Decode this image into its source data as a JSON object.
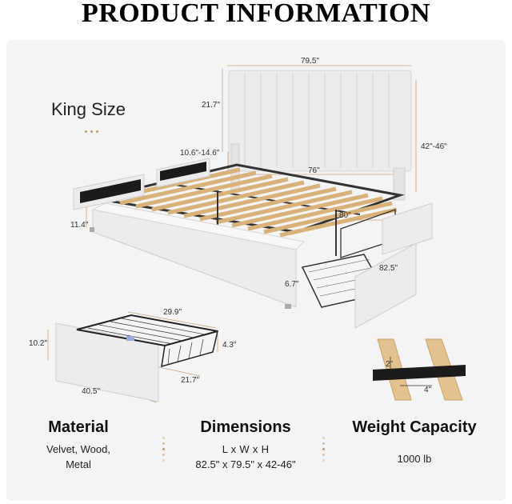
{
  "title": "PRODUCT INFORMATION",
  "size_label": "King Size",
  "bed_dimensions": {
    "width": "79.5\"",
    "headboard_height": "21.7\"",
    "overall_height": "42\"-46\"",
    "leg_range": "10.6\"-14.6\"",
    "slat_length": "76\"",
    "length_80": "80\"",
    "length": "82.5\"",
    "drawer_height": "11.4\"",
    "drawer_gap": "6.7\""
  },
  "drawer_dimensions": {
    "depth_top": "29.9\"",
    "front_height": "10.2\"",
    "basket_height": "4.3\"",
    "width": "40.5\"",
    "depth": "21.7\""
  },
  "slat_dimensions": {
    "thickness": "2\"",
    "width": "4\""
  },
  "features": [
    {
      "title": "Material",
      "lines": [
        "Velvet, Wood,",
        "Metal"
      ]
    },
    {
      "title": "Dimensions",
      "lines": [
        "L x W x H",
        "82.5\" x 79.5\" x 42-46\""
      ]
    },
    {
      "title": "Weight Capacity",
      "lines": [
        "1000 lb"
      ]
    }
  ],
  "colors": {
    "accent_dots": "#c59a6a",
    "panel": "#f4f4f4",
    "upholstery": "#ececec",
    "wood": "#e3c28f"
  }
}
